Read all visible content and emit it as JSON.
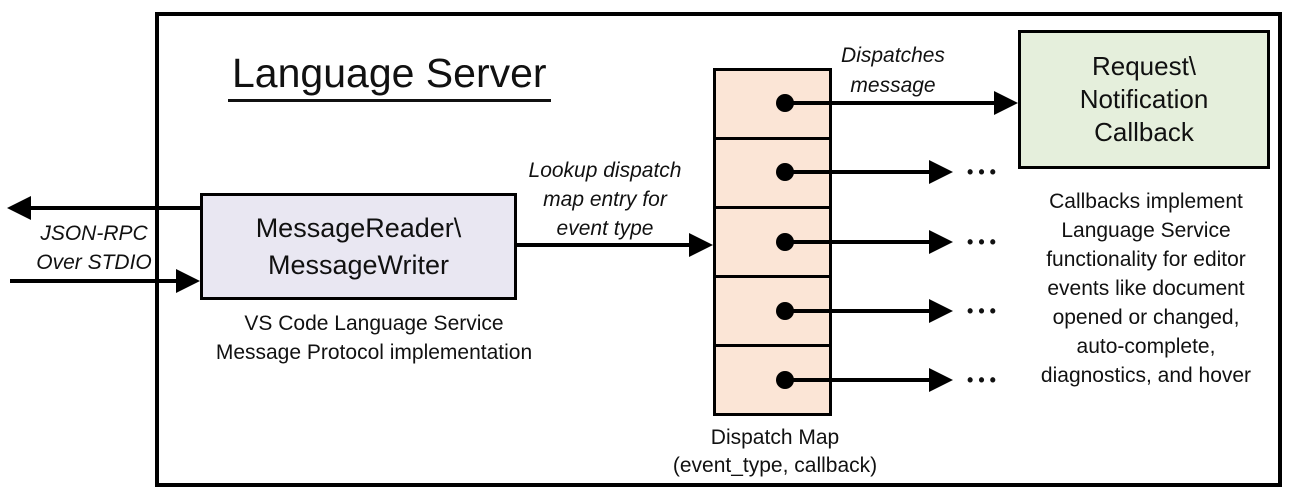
{
  "title": "Language Server",
  "colors": {
    "background": "#ffffff",
    "line": "#000000",
    "message_box_fill": "#e9e7f2",
    "dispatch_map_fill": "#fbe5d6",
    "callback_box_fill": "#e5efdc"
  },
  "io": {
    "line1": "JSON-RPC",
    "line2": "Over STDIO"
  },
  "message_module": {
    "line1": "MessageReader\\",
    "line2": "MessageWriter",
    "caption_line1": "VS Code Language Service",
    "caption_line2": "Message Protocol implementation"
  },
  "lookup_label": {
    "line1": "Lookup dispatch",
    "line2": "map entry for",
    "line3": "event type"
  },
  "dispatches_label": {
    "line1": "Dispatches",
    "line2": "message"
  },
  "dispatch_map": {
    "cell_count": 5,
    "label_line1": "Dispatch Map",
    "label_line2": "(event_type, callback)"
  },
  "callback_box": {
    "line1": "Request\\",
    "line2": "Notification",
    "line3": "Callback"
  },
  "callbacks_note": {
    "lines": [
      "Callbacks implement",
      "Language Service",
      "functionality for editor",
      "events like document",
      "opened or changed,",
      "auto-complete,",
      "diagnostics, and hover"
    ]
  },
  "connectors": {
    "ellipsis": "•••"
  }
}
